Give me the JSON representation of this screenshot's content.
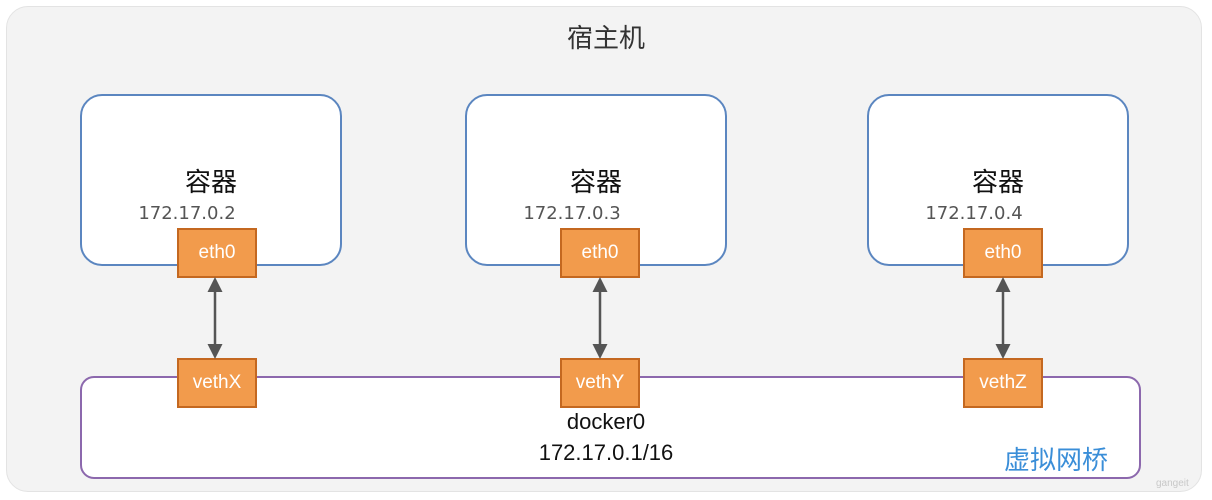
{
  "host": {
    "title": "宿主机"
  },
  "containers": [
    {
      "label": "容器",
      "ip": "172.17.0.2",
      "iface": "eth0",
      "veth": "vethX"
    },
    {
      "label": "容器",
      "ip": "172.17.0.3",
      "iface": "eth0",
      "veth": "vethY"
    },
    {
      "label": "容器",
      "ip": "172.17.0.4",
      "iface": "eth0",
      "veth": "vethZ"
    }
  ],
  "bridge": {
    "name": "docker0",
    "ip": "172.17.0.1/16",
    "tag": "虚拟网桥"
  },
  "watermark": "gangeit",
  "colors": {
    "host_bg": "#f3f3f3",
    "container_border": "#5b86c0",
    "iface_fill": "#f29b4c",
    "iface_border": "#c46820",
    "bridge_border": "#8c68ad",
    "bridge_tag": "#3a8ed8",
    "arrow": "#555555"
  }
}
